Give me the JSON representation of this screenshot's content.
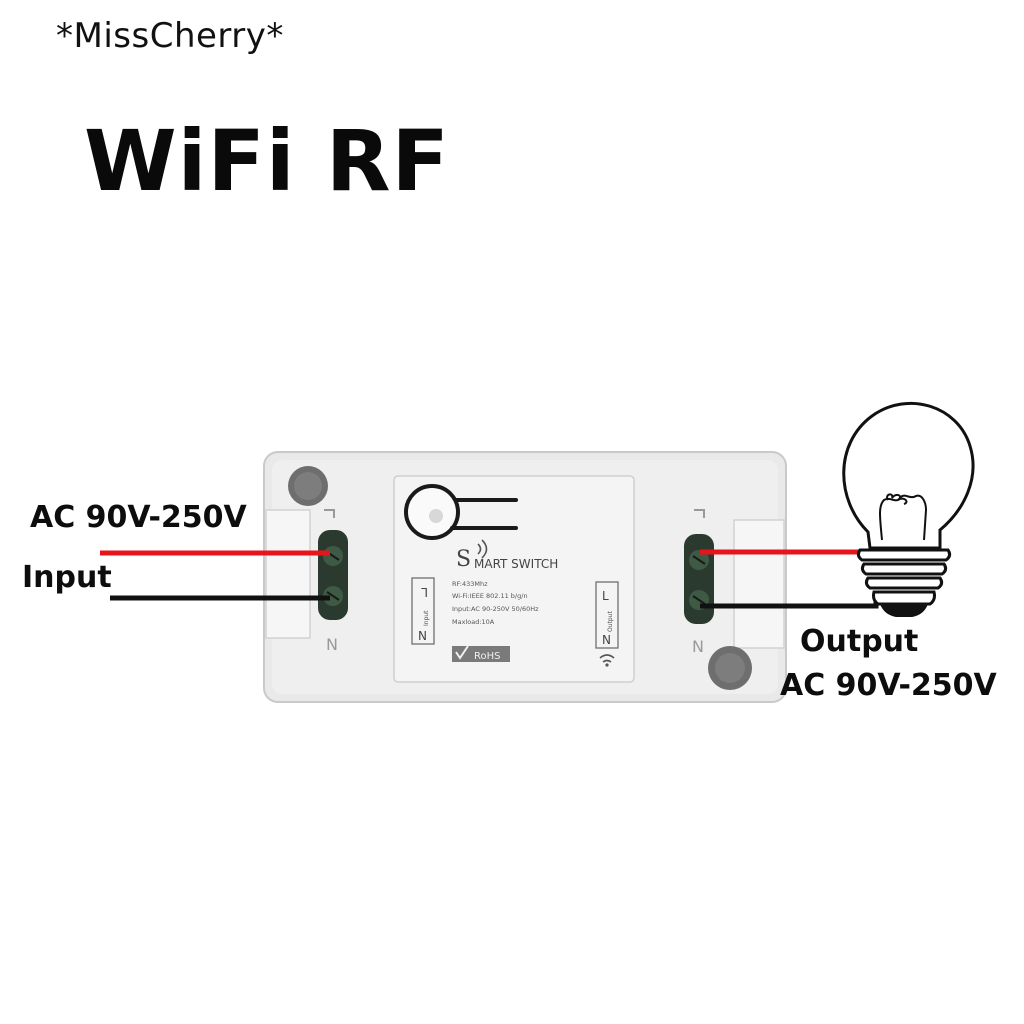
{
  "watermark": "*MissCherry*",
  "title": "WiFi RF",
  "input_side": {
    "voltage": "AC 90V-250V",
    "label": "Input"
  },
  "output_side": {
    "label": "Output",
    "voltage": "AC 90V-250V"
  },
  "device": {
    "brand_initial": "S",
    "brand_rest": "MART SWITCH",
    "specs": [
      "RF:433Mhz",
      "Wi-Fi:IEEE 802.11 b/g/n",
      "Input:AC 90-250V 50/60Hz",
      "Maxload:10A"
    ],
    "input_terminal_label": "Input",
    "output_terminal_label": "Output",
    "terminal_L": "L",
    "terminal_N": "N",
    "rohs": "RoHS"
  },
  "colors": {
    "live_wire": "#e8141b",
    "neutral_wire": "#111111",
    "device_body": "#ececec",
    "terminal_block": "#2b3a2e"
  }
}
